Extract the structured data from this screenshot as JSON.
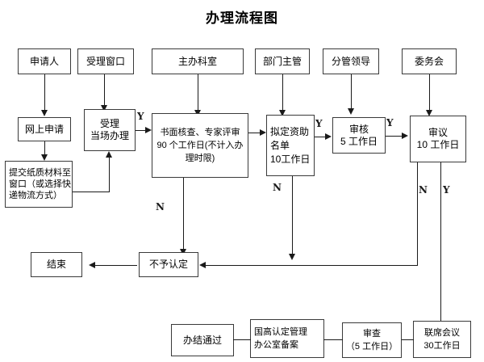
{
  "title": "办理流程图",
  "lanes": [
    {
      "name": "applicant",
      "label": "申请人"
    },
    {
      "name": "acceptance-window",
      "label": "受理窗口"
    },
    {
      "name": "host-section",
      "label": "主办科室"
    },
    {
      "name": "department-head",
      "label": "部门主管"
    },
    {
      "name": "division-leader",
      "label": "分管领导"
    },
    {
      "name": "committee-meeting",
      "label": "委务会"
    }
  ],
  "nodes": {
    "online_application": {
      "lines": [
        "网上申请"
      ]
    },
    "submit_paper": {
      "lines": [
        "提交纸质材料至",
        "窗口（或选择快",
        "递物流方式）"
      ]
    },
    "accept_onsite": {
      "lines": [
        "受理",
        "当场办理"
      ]
    },
    "review_expert": {
      "lines": [
        "书面核查、专家评审",
        "90 个工作日(不计入办",
        "理时限)"
      ]
    },
    "draft_list": {
      "lines": [
        "拟定资助",
        "名单",
        "10工作日"
      ]
    },
    "audit": {
      "lines": [
        "审核",
        "5 工作日"
      ]
    },
    "deliberation": {
      "lines": [
        "审议",
        "10 工作日"
      ]
    },
    "end": {
      "lines": [
        "结束"
      ]
    },
    "not_recognized": {
      "lines": [
        "不予认定"
      ]
    },
    "completed_pass": {
      "lines": [
        "办结通过"
      ]
    },
    "record_office": {
      "lines": [
        "国高认定管理",
        "办公室备案"
      ]
    },
    "examination": {
      "lines": [
        "审查",
        "（5 工作日）"
      ]
    },
    "joint_meeting": {
      "lines": [
        "联席会议",
        "30工作日"
      ]
    }
  },
  "edge_labels": {
    "accept_to_review": "Y",
    "draft_to_audit": "Y",
    "audit_to_deliberation": "Y",
    "review_no": "N",
    "draft_no": "N",
    "deliberation_no": "N",
    "deliberation_yes": "Y"
  },
  "colors": {
    "stroke": "#3a3a3a",
    "line": "#1a1a1a",
    "background": "#ffffff",
    "text": "#000000"
  }
}
